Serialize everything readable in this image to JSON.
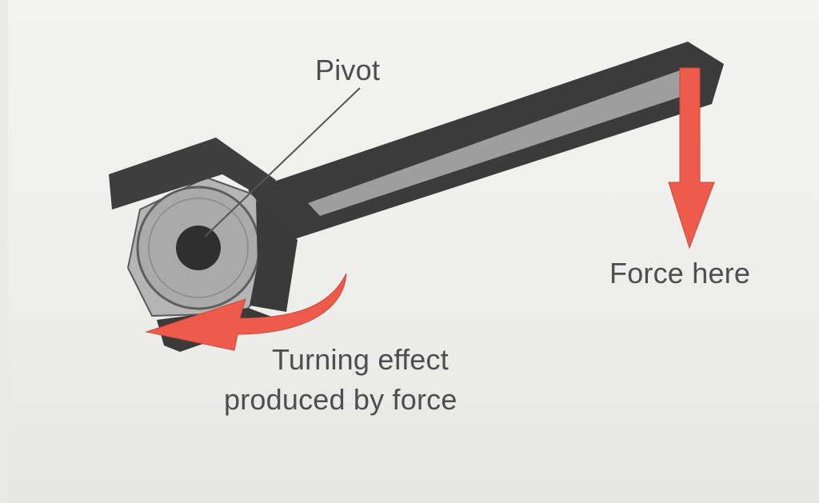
{
  "labels": {
    "pivot": "Pivot",
    "force": "Force here",
    "turning_line_1": "Turning effect",
    "turning_line_2": "produced by force"
  },
  "colors": {
    "paper": "#efefed",
    "spanner_dark": "#3d3d3d",
    "spanner_highlight": "#9e9e9e",
    "nut": "#b5b5b5",
    "nut_hole": "#2f2f2f",
    "arrow": "#ee5b4a",
    "text": "#4e4e4e"
  },
  "icons": {
    "spanner": "spanner-icon",
    "nut": "hex-nut-icon",
    "force_arrow": "down-arrow-icon",
    "turning_arrow": "curved-arrow-icon"
  }
}
